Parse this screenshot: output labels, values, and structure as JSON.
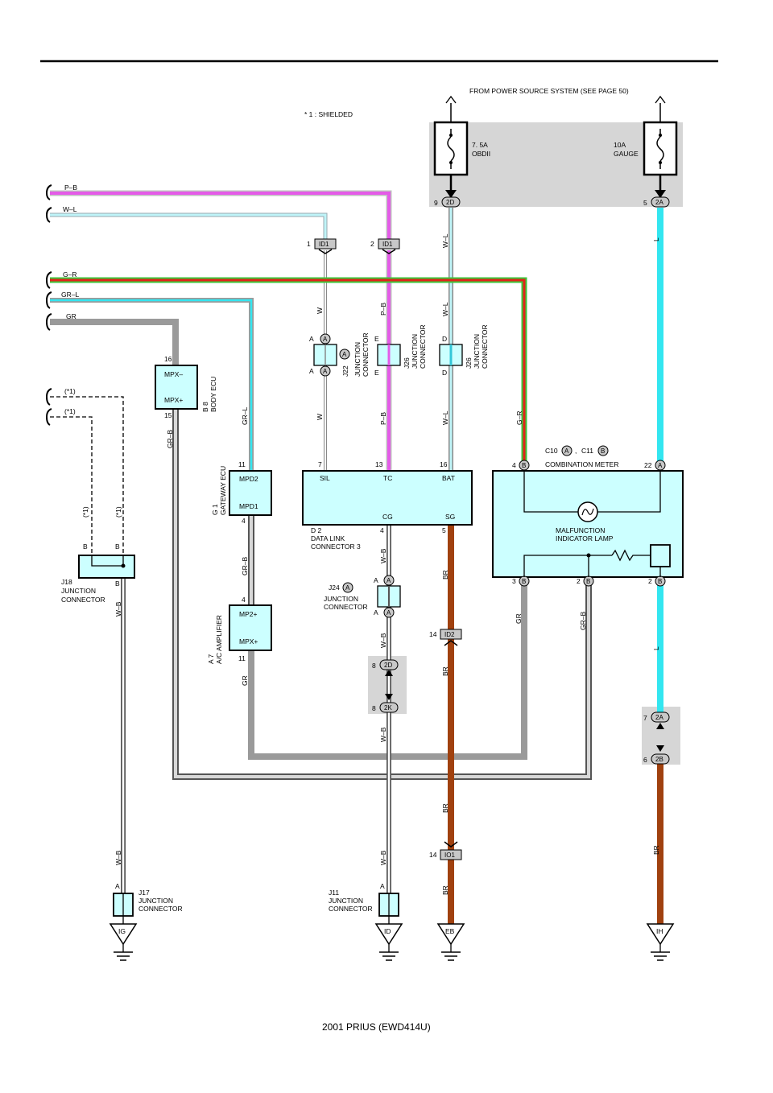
{
  "header": {
    "source_note": "FROM POWER SOURCE SYSTEM (SEE PAGE 50)",
    "shield_note": "* 1 : SHIELDED"
  },
  "fuses": [
    {
      "amps": "7. 5A",
      "name": "OBDII"
    },
    {
      "amps": "10A",
      "name": "GAUGE"
    }
  ],
  "connector_tags": {
    "t_2d_top": "2D",
    "t_2a_top": "2A",
    "t_id1_a": "ID1",
    "t_id1_b": "ID1",
    "t_id2": "ID2",
    "t_2d_mid": "2D",
    "t_2k": "2K",
    "t_io1": "IO1",
    "t_2a_low": "2A",
    "t_2b_low": "2B",
    "c10": "A",
    "c11": "B",
    "mtr_4": "B",
    "mtr_22": "A",
    "mtr_3": "B",
    "mtr_2a": "B",
    "mtr_2b": "B",
    "j22_a1": "A",
    "j22_a2": "A",
    "j22_circle": "A",
    "j24_a1": "A",
    "j24_a2": "A",
    "j24_circle": "A"
  },
  "pins": {
    "p9": "9",
    "p5": "5",
    "p1": "1",
    "p2": "2",
    "d2_7": "7",
    "d2_13": "13",
    "d2_16": "16",
    "d2_4": "4",
    "d2_5": "5",
    "b8_16": "16",
    "b8_15": "15",
    "g1_11": "11",
    "g1_4": "4",
    "a7_4": "4",
    "a7_11": "11",
    "m_4": "4",
    "m_22": "22",
    "m_3": "3",
    "m_2a": "2",
    "m_2b": "2",
    "id2_14": "14",
    "io1_14": "14",
    "p8a": "8",
    "p8b": "8",
    "p7": "7",
    "p6": "6",
    "j22_a": "A",
    "j22_a2": "A",
    "j26_e": "E",
    "j26_e2": "E",
    "j26_d": "D",
    "j26_d2": "D",
    "j24_a": "A",
    "j24_a2": "A",
    "j18_b1": "B",
    "j18_b2": "B",
    "j18_b3": "B",
    "j17_a": "A",
    "j11_a": "A"
  },
  "wires": {
    "pb": "P–B",
    "wl": "W–L",
    "gr_red": "G–R",
    "grl": "GR–L",
    "gr": "GR",
    "star1a": "(*1)",
    "star1b": "(*1)",
    "star1c": "(*1)",
    "star1d": "(*1)",
    "v_wl1": "W–L",
    "v_wl2": "W–L",
    "v_wl3": "W–L",
    "v_l1": "L",
    "v_l2": "L",
    "v_w1": "W",
    "v_w2": "W",
    "v_pb1": "P–B",
    "v_pb2": "P–B",
    "v_gr_red": "G–R",
    "v_grl": "GR–L",
    "v_grb1": "GR–B",
    "v_grb2": "GR–B",
    "v_grb3": "GR–B",
    "v_gr1": "GR",
    "v_gr2": "GR",
    "v_wb1": "W–B",
    "v_wb2": "W–B",
    "v_wb3": "W–B",
    "v_wb4": "W–B",
    "v_wb5": "W–B",
    "v_wb6": "W–B",
    "v_br1": "BR",
    "v_br2": "BR",
    "v_br3": "BR",
    "v_br4": "BR",
    "v_br5": "BR"
  },
  "components": {
    "d2": {
      "sil": "SIL",
      "tc": "TC",
      "bat": "BAT",
      "cg": "CG",
      "sg": "SG",
      "id": "D 2",
      "name1": "DATA LINK",
      "name2": "CONNECTOR 3"
    },
    "b8": {
      "mpxm": "MPX–",
      "mpxp": "MPX+",
      "id": "B 8",
      "name": "BODY ECU"
    },
    "g1": {
      "mpd2": "MPD2",
      "mpd1": "MPD1",
      "id": "G 1",
      "name": "GATEWAY ECU"
    },
    "a7": {
      "mp2": "MP2+",
      "mpx": "MPX+",
      "id": "A 7",
      "name": "A/C AMPLIFIER"
    },
    "meter": {
      "c10": "C10",
      "c11": "C11",
      "sep": ",",
      "name": "COMBINATION METER",
      "lamp1": "MALFUNCTION",
      "lamp2": "INDICATOR LAMP"
    },
    "j22": {
      "id": "J22",
      "n1": "JUNCTION",
      "n2": "CONNECTOR"
    },
    "j26a": {
      "id": "J26",
      "n1": "JUNCTION",
      "n2": "CONNECTOR"
    },
    "j26b": {
      "id": "J26",
      "n1": "JUNCTION",
      "n2": "CONNECTOR"
    },
    "j24": {
      "id": "J24",
      "n1": "JUNCTION",
      "n2": "CONNECTOR"
    },
    "j18": {
      "id": "J18",
      "n1": "JUNCTION",
      "n2": "CONNECTOR"
    },
    "j17": {
      "id": "J17",
      "n1": "JUNCTION",
      "n2": "CONNECTOR"
    },
    "j11": {
      "id": "J11",
      "n1": "JUNCTION",
      "n2": "CONNECTOR"
    }
  },
  "grounds": {
    "ig": "IG",
    "id": "ID",
    "eb": "EB",
    "ih": "IH"
  },
  "footer": {
    "title": "2001 PRIUS (EWD414U)"
  },
  "colors": {
    "pink": "#e45be8",
    "cyan": "#33e6f0",
    "red": "#e2231a",
    "green": "#3ec43a",
    "gray": "#9a9a9a",
    "brown": "#a0410f",
    "box": "#ccffff",
    "tag": "#c8c8c8",
    "shade": "#d6d6d6"
  }
}
